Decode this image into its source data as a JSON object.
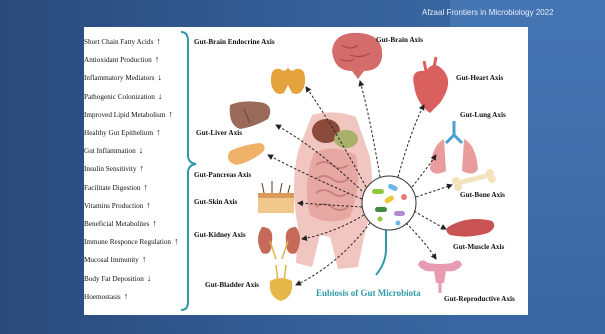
{
  "credit": "Afzaal Frontiers in Microbiology 2022",
  "effects": [
    {
      "text": "Short Chain Fatty Acids",
      "dir": "up"
    },
    {
      "text": "Antioxidant Production",
      "dir": "up"
    },
    {
      "text": "Inflammatory Mediators",
      "dir": "down"
    },
    {
      "text": "Pathogenic Colonization",
      "dir": "down"
    },
    {
      "text": "Improved Lipid Metabolism",
      "dir": "up"
    },
    {
      "text": "Healthy Gut Epithelium",
      "dir": "up"
    },
    {
      "text": "Gut Inflammation",
      "dir": "down"
    },
    {
      "text": "Insulin Sensitivity",
      "dir": "up"
    },
    {
      "text": "Facilitate Digestion",
      "dir": "up"
    },
    {
      "text": "Vitamins Production",
      "dir": "up"
    },
    {
      "text": "Beneficial Metabolites",
      "dir": "up"
    },
    {
      "text": "Immune Responce Regulation",
      "dir": "up"
    },
    {
      "text": "Mucosal Immunity",
      "dir": "up"
    },
    {
      "text": "Body Fat Deposition",
      "dir": "down"
    },
    {
      "text": "Hoemostasis",
      "dir": "up"
    }
  ],
  "axes": {
    "brain_endocrine": "Gut-Brain Endocrine Axis",
    "brain": "Gut-Brain Axis",
    "heart": "Gut-Heart Axis",
    "liver": "Gut-Liver Axis",
    "lung": "Gut-Lung Axis",
    "pancreas": "Gut-Pancreas Axis",
    "bone": "Gut-Bone Axis",
    "skin": "Gut-Skin Axis",
    "kidney": "Gut-Kidney Axis",
    "muscle": "Gut-Muscle Axis",
    "bladder": "Gut-Bladder Axis",
    "reproductive": "Gut-Reproductive Axis"
  },
  "caption": "Eubiosis of Gut Microbiota",
  "colors": {
    "accent": "#2e9aa8",
    "background": "#2f5589",
    "panel": "#ffffff"
  }
}
